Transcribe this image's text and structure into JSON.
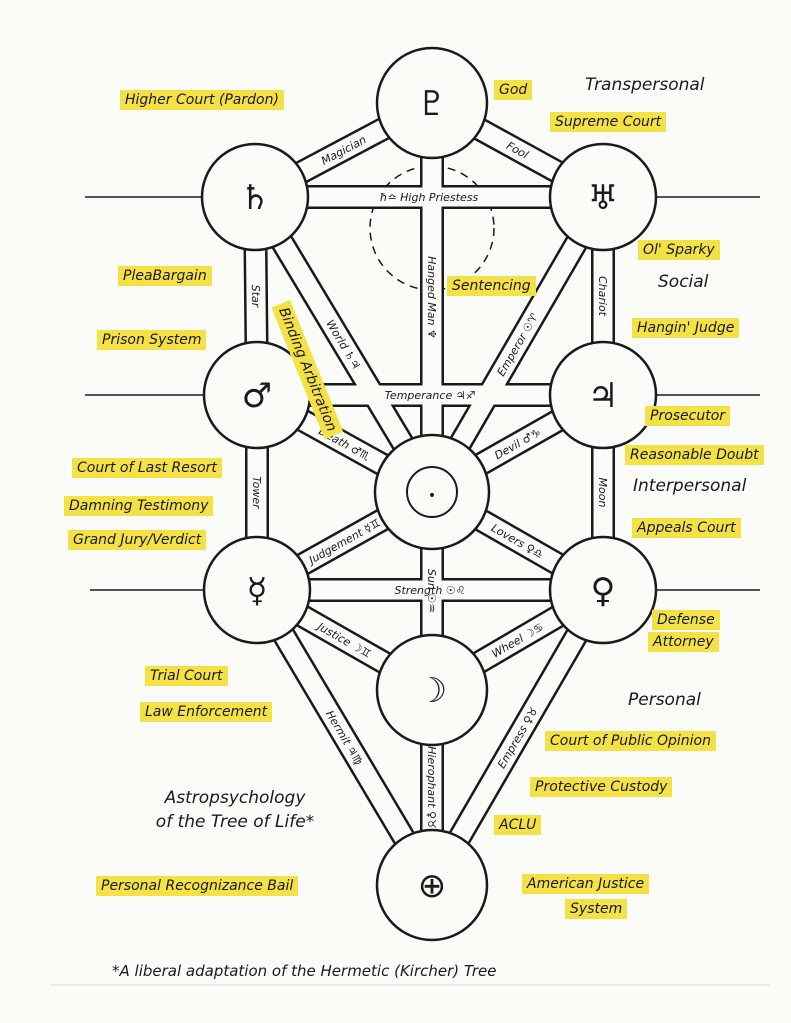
{
  "title": {
    "line1": "Astropsychology",
    "line2": "of the Tree of Life*"
  },
  "footnote": "*A liberal adaptation of the Hermetic (Kircher) Tree",
  "regions": [
    "Transpersonal",
    "Social",
    "Interpersonal",
    "Personal"
  ],
  "spheres": {
    "pluto": "♇",
    "saturn": "♄",
    "uranus": "♅",
    "mars": "♂",
    "jupiter": "♃",
    "sun": "☉",
    "mercury": "☿",
    "venus": "♀",
    "moon": "☽",
    "earth": "⊕"
  },
  "paths": {
    "magician": "Magician",
    "fool": "Fool",
    "high_priestess": "ħ≏ High Priestess",
    "hanged_man": "Hanged Man ♆",
    "star": "Star",
    "world": "World ♄♃",
    "chariot": "Chariot",
    "emperor": "Emperor ☉♈",
    "temperance": "Temperance ♃♐",
    "death": "Death ♂♏",
    "devil": "Devil ♂♑",
    "tower": "Tower",
    "moon": "Moon",
    "judgement": "Judgement ☿♊",
    "lovers": "Lovers ♀♎",
    "strength": "Strength ☉♌",
    "sun": "Sun ☉♒",
    "justice": "Justice ☽♊",
    "wheel": "Wheel ☽♋",
    "hermit": "Hermit ♃♍",
    "empress": "Empress ♀♉",
    "hierophant": "Hierophant ♀♉"
  },
  "annotations": {
    "higher_court": "Higher Court (Pardon)",
    "god": "God",
    "supreme_court": "Supreme Court",
    "plea_bargain": "PleaBargain",
    "binding_arbitration": "Binding Arbitration",
    "sentencing": "Sentencing",
    "ol_sparky": "Ol' Sparky",
    "prison_system": "Prison System",
    "hangin_judge": "Hangin' Judge",
    "prosecutor": "Prosecutor",
    "reasonable_doubt": "Reasonable Doubt",
    "court_last_resort": "Court of Last Resort",
    "damning_testimony": "Damning Testimony",
    "appeals_court": "Appeals Court",
    "grand_jury": "Grand Jury/Verdict",
    "defense_attorney_1": "Defense",
    "defense_attorney_2": "Attorney",
    "trial_court": "Trial Court",
    "law_enforcement": "Law Enforcement",
    "court_public_opinion": "Court of Public Opinion",
    "protective_custody": "Protective Custody",
    "aclu": "ACLU",
    "personal_recognizance": "Personal Recognizance Bail",
    "american_justice_1": "American Justice",
    "american_justice_2": "System"
  },
  "colors": {
    "highlight": "#f3e146",
    "ink": "#1a1a1a",
    "paper": "#fbfbf8"
  }
}
